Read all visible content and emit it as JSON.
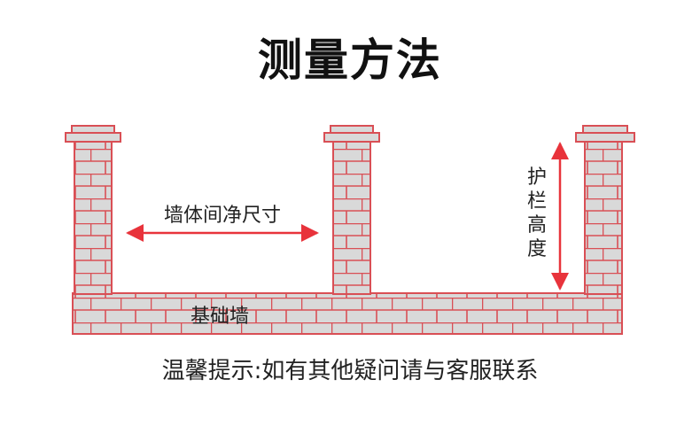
{
  "title": "测量方法",
  "labels": {
    "clear_width": "墙体间净尺寸",
    "railing_height": [
      "护",
      "栏",
      "高",
      "度"
    ],
    "base_wall": "基础墙"
  },
  "footer": "温馨提示:如有其他疑问请与客服联系",
  "colors": {
    "brick_fill": "#d9d9d9",
    "mortar_line": "#d94f55",
    "cap_fill": "#d9d9d9",
    "arrow": "#e8333b",
    "text": "#222222"
  },
  "icons": [
    "double-arrow-horizontal-icon",
    "double-arrow-vertical-icon"
  ]
}
